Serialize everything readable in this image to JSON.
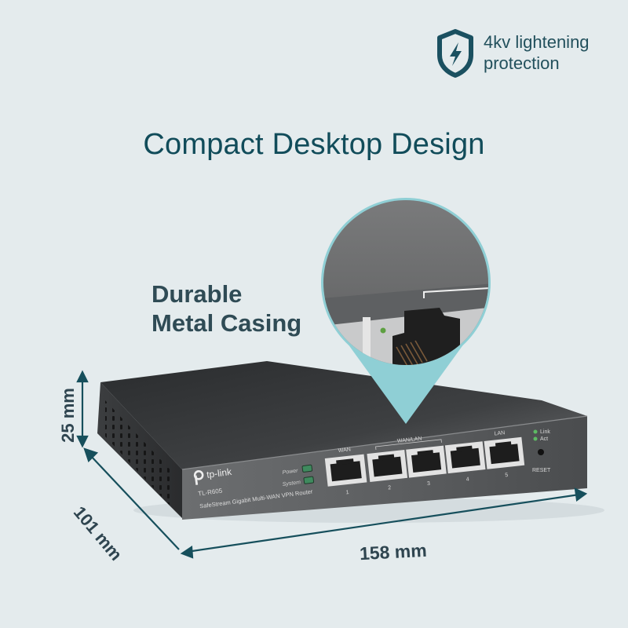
{
  "badge": {
    "icon": "shield-lightning-icon",
    "line1": "4kv lightening",
    "line2": "protection"
  },
  "headline": "Compact Desktop Design",
  "callout": {
    "line1": "Durable",
    "line2": "Metal Casing"
  },
  "dimensions": {
    "height": "25 mm",
    "depth": "101 mm",
    "width": "158 mm"
  },
  "device": {
    "brand": "tp-link",
    "model": "TL-R605",
    "description": "SafeStream Gigabit Multi-WAN VPN Router",
    "led_power": "Power",
    "led_system": "System",
    "group_wan": "WAN",
    "group_wanlan": "WAN/LAN",
    "group_lan": "LAN",
    "port_numbers": [
      "1",
      "2",
      "3",
      "4",
      "5"
    ],
    "status_link": "Link",
    "status_act": "Act",
    "reset": "RESET"
  },
  "colors": {
    "background": "#e4ebed",
    "accent_teal": "#114c5a",
    "callout_cyan": "#8fcfd5",
    "led_green": "#3f8a5e",
    "chassis": "#3a3c3e"
  }
}
